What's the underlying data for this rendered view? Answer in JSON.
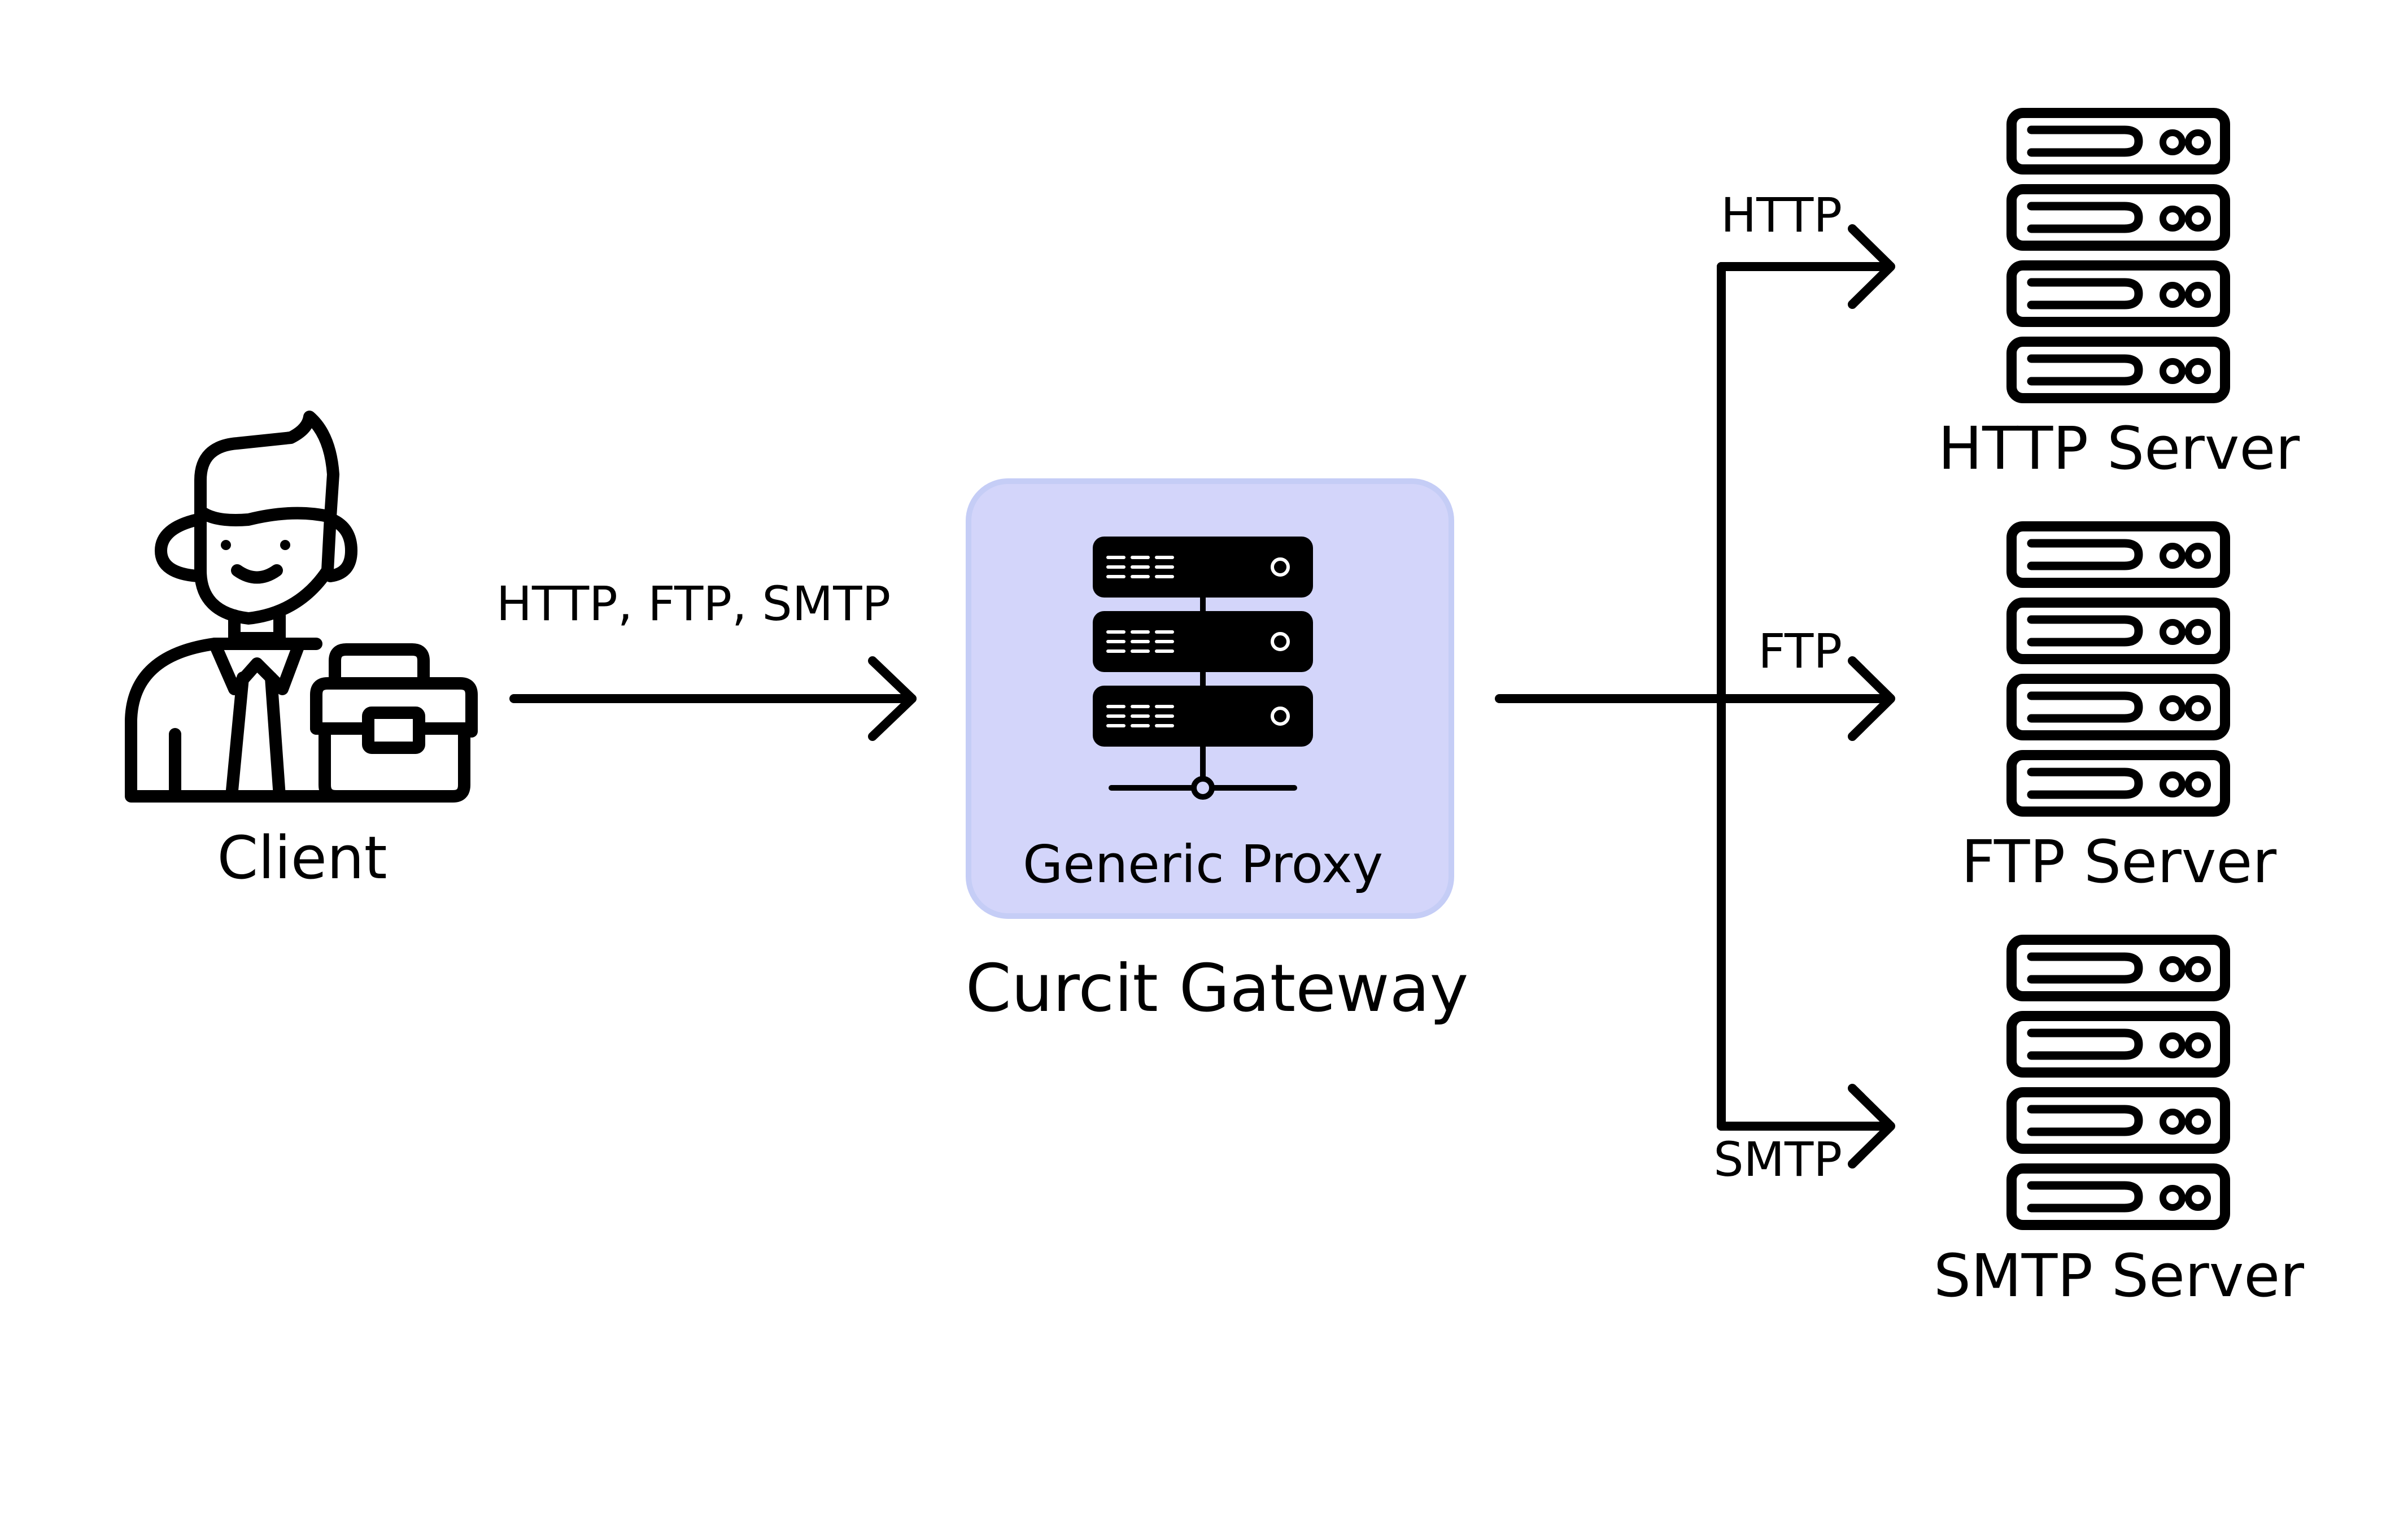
{
  "client": {
    "label": "Client",
    "icon": "businessman-with-briefcase-icon"
  },
  "request_arrow": {
    "label": "HTTP, FTP, SMTP"
  },
  "proxy": {
    "inner_label": "Generic Proxy",
    "caption": "Curcit Gateway",
    "icon": "server-rack-network-icon",
    "box_color": "#d3d5fa",
    "box_border_color": "#c5cdf6"
  },
  "routes": [
    {
      "protocol": "HTTP",
      "server_label": "HTTP Server"
    },
    {
      "protocol": "FTP",
      "server_label": "FTP Server"
    },
    {
      "protocol": "SMTP",
      "server_label": "SMTP Server"
    }
  ],
  "colors": {
    "line": "#000000",
    "background": "#ffffff"
  }
}
